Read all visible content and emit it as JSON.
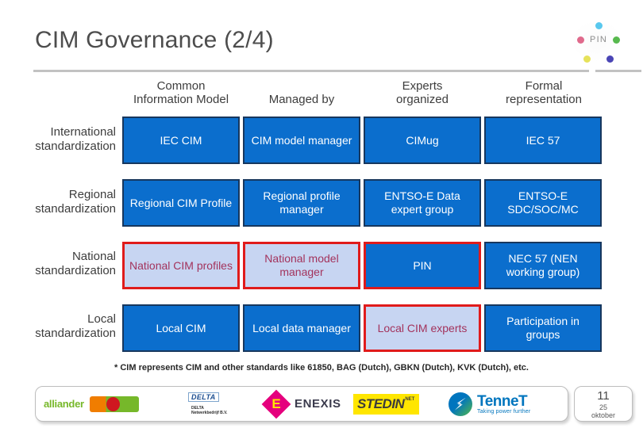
{
  "slide": {
    "title": "CIM Governance (2/4)",
    "footnote": "* CIM represents CIM and other standards like 61850, BAG (Dutch), GBKN (Dutch), KVK (Dutch), etc.",
    "page_number": "11",
    "date_line1": "25",
    "date_line2": "oktober"
  },
  "brand_logo": {
    "label": "PIN",
    "dot_colors": [
      "#59c8ee",
      "#57b94e",
      "#4a45b5",
      "#e6e25a",
      "#e06a8c"
    ]
  },
  "matrix": {
    "column_headers": [
      "Common\nInformation Model",
      "Managed by",
      "Experts\norganized",
      "Formal\nrepresentation"
    ],
    "column_headers_lines": [
      [
        "Common",
        "Information Model"
      ],
      [
        "Managed by"
      ],
      [
        "Experts",
        "organized"
      ],
      [
        "Formal",
        "representation"
      ]
    ],
    "row_labels_lines": [
      [
        "International",
        "standardization"
      ],
      [
        "Regional",
        "standardization"
      ],
      [
        "National",
        "standardization"
      ],
      [
        "Local",
        "standardization"
      ]
    ],
    "rows": [
      {
        "label": "International standardization",
        "cells": [
          {
            "text": "IEC CIM",
            "style": "blue"
          },
          {
            "text": "CIM model manager",
            "style": "blue"
          },
          {
            "text": "CIMug",
            "style": "blue"
          },
          {
            "text": "IEC 57",
            "style": "blue"
          }
        ]
      },
      {
        "label": "Regional standardization",
        "cells": [
          {
            "text": "Regional CIM Profile",
            "style": "blue"
          },
          {
            "text": "Regional profile manager",
            "style": "blue"
          },
          {
            "text": "ENTSO-E Data expert group",
            "style": "blue"
          },
          {
            "text": "ENTSO-E SDC/SOC/MC",
            "style": "blue"
          }
        ]
      },
      {
        "label": "National standardization",
        "cells": [
          {
            "text": "National CIM profiles",
            "style": "lavender"
          },
          {
            "text": "National model manager",
            "style": "lavender"
          },
          {
            "text": "PIN",
            "style": "redblue"
          },
          {
            "text": "NEC 57 (NEN working group)",
            "style": "blue"
          }
        ]
      },
      {
        "label": "Local standardization",
        "cells": [
          {
            "text": "Local CIM",
            "style": "blue"
          },
          {
            "text": "Local data manager",
            "style": "blue"
          },
          {
            "text": "Local CIM experts",
            "style": "lavender"
          },
          {
            "text": "Participation in groups",
            "style": "blue"
          }
        ]
      }
    ]
  },
  "colors": {
    "cell_blue": "#0b6ecd",
    "cell_blue_border": "#17375e",
    "highlight_red": "#e01b1b",
    "cell_lavender": "#c7d5f2",
    "lavender_text": "#a3335c",
    "title_gray": "#4d4d4d",
    "rule_gray": "#c2c2c2"
  },
  "footer_logos": [
    {
      "name": "alliander",
      "text": "alliander"
    },
    {
      "name": "delta",
      "text": "DELTA",
      "subtext_line1": "DELTA",
      "subtext_line2": "Netwerkbedrijf B.V."
    },
    {
      "name": "enexis",
      "text": "ENEXIS",
      "mark_letter": "E"
    },
    {
      "name": "stedin",
      "text": "STEDIN",
      "tm": "NET"
    },
    {
      "name": "tennet",
      "text": "TenneT",
      "tagline": "Taking power further"
    }
  ]
}
